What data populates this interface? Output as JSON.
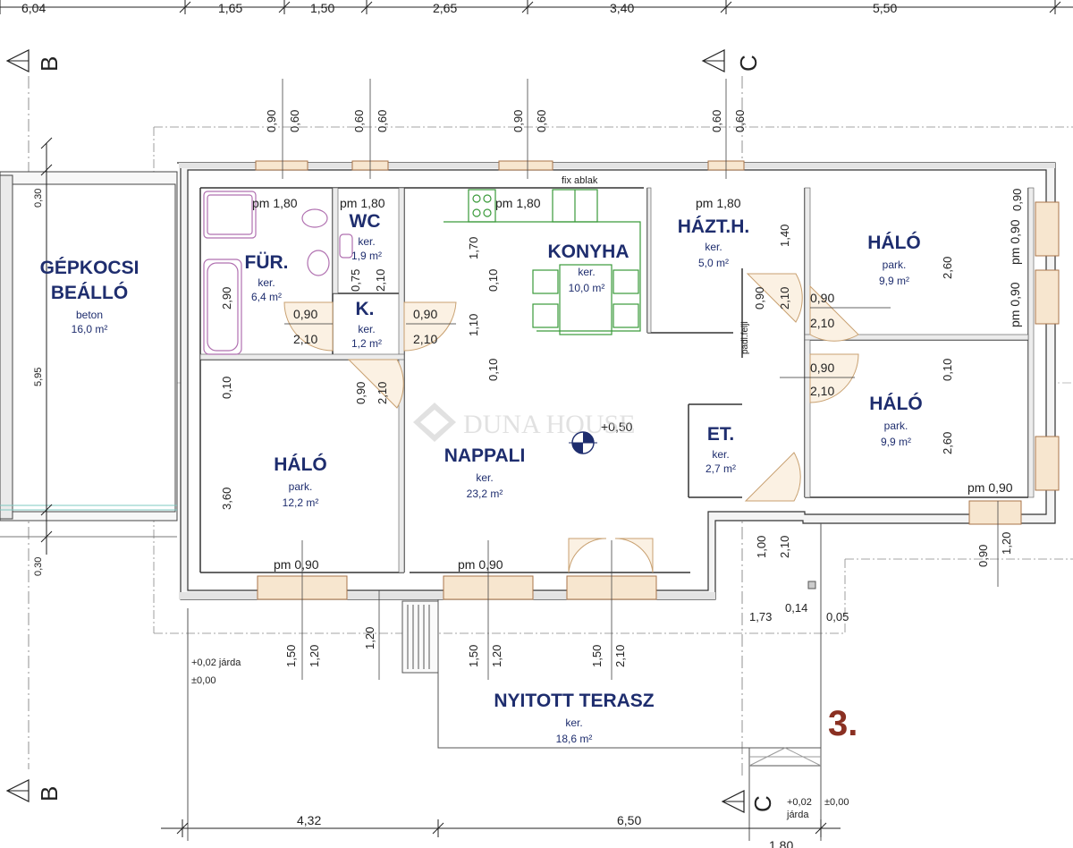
{
  "top_dims": [
    "6,04",
    "1,65",
    "1,50",
    "2,65",
    "3,40",
    "5,50"
  ],
  "bottom_dims": [
    "4,32",
    "6,50",
    "1,80"
  ],
  "axes": {
    "b_top": "B",
    "c_top": "C",
    "b_bottom": "B",
    "c_bottom": "C"
  },
  "rooms": {
    "garage": {
      "name1": "GÉPKOCSI",
      "name2": "BEÁLLÓ",
      "sub": "beton",
      "area": "16,0 m²"
    },
    "bath": {
      "name": "FÜR.",
      "sub": "ker.",
      "area": "6,4 m²"
    },
    "wc": {
      "name": "WC",
      "sub": "ker.",
      "area": "1,9 m²"
    },
    "hall": {
      "name": "K.",
      "sub": "ker.",
      "area": "1,2 m²"
    },
    "kitchen": {
      "name": "KONYHA",
      "sub": "ker.",
      "area": "10,0 m²"
    },
    "utility": {
      "name": "HÁZT.H.",
      "sub": "ker.",
      "area": "5,0 m²"
    },
    "bed_ne": {
      "name": "HÁLÓ",
      "sub": "park.",
      "area": "9,9 m²"
    },
    "bed_e": {
      "name": "HÁLÓ",
      "sub": "park.",
      "area": "9,9 m²"
    },
    "bed_w": {
      "name": "HÁLÓ",
      "sub": "park.",
      "area": "12,2 m²"
    },
    "living": {
      "name": "NAPPALI",
      "sub": "ker.",
      "area": "23,2 m²"
    },
    "pantry": {
      "name": "ET.",
      "sub": "ker.",
      "area": "2,7 m²"
    },
    "terrace": {
      "name": "NYITOTT TERASZ",
      "sub": "ker.",
      "area": "18,6 m²"
    }
  },
  "labels": {
    "fix_ablak": "fix ablak",
    "padlasfeljaro": "padl.feljl",
    "level_living": "+0,50",
    "walkway_left_1": "+0,02  járda",
    "walkway_left_2": "±0,00",
    "walkway_right_1": "+0,02",
    "walkway_right_2": "±0,00",
    "walkway_right_3": "járda",
    "sheet_number": "3.",
    "watermark": "DUNA HOUSE"
  },
  "windows": {
    "pm180": "pm 1,80",
    "pm090": "pm 0,90",
    "d060": "0,60",
    "d090": "0,90",
    "d120": "1,20",
    "d150": "1,50",
    "d210": "2,10"
  },
  "inner_dims": {
    "d030": "0,30",
    "d595": "5,95",
    "d290": "2,90",
    "d360": "3,60",
    "d010": "0,10",
    "d075": "0,75",
    "d170": "1,70",
    "d110": "1,10",
    "d140": "1,40",
    "d260": "2,60",
    "d100": "1,00",
    "d173": "1,73",
    "d014": "0,14",
    "d005": "0,05",
    "d090": "0,90",
    "d210": "2,10"
  }
}
